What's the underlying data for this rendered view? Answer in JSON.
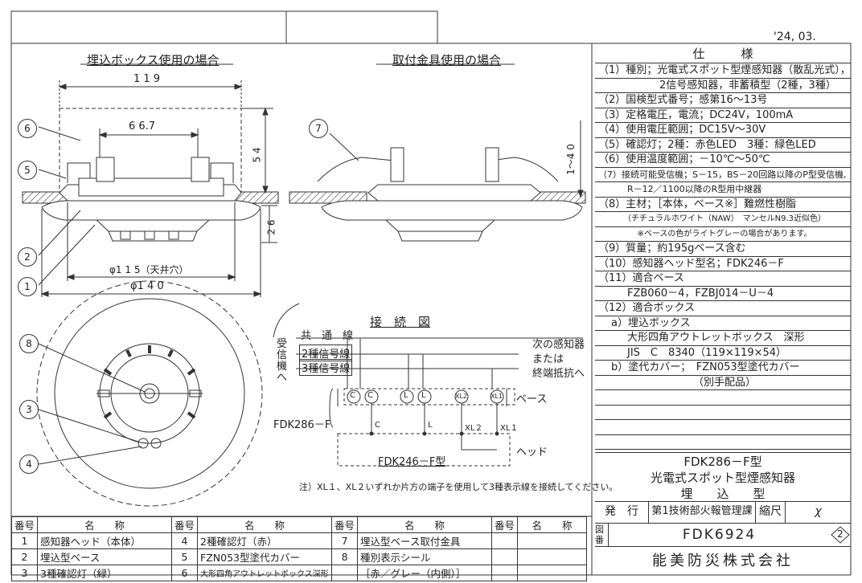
{
  "date": "'24, 03.",
  "left_title": "埋込ボックス使用の場合",
  "right_title": "取付金具使用の場合",
  "dims": {
    "d119": "1 1 9",
    "d667": "6 6.7",
    "d54": "5 4",
    "d26": "2 6",
    "d140": "φ1 4 0",
    "d115": "φ1 1 5（天井穴）",
    "d140b": "1～4 0"
  },
  "callouts": [
    "1",
    "2",
    "3",
    "4",
    "5",
    "6",
    "7",
    "8"
  ],
  "spec_title": "仕　　　様",
  "spec_lines": [
    "（1）種別；光電式スポット型煙感知器（散乱光式），",
    "2信号感知器，非蓄積型（2種，3種）",
    "（2）国検型式番号；感第16～13号",
    "（3）定格電圧，電流；DC24V，100mA",
    "（4）使用電圧範囲；DC15V～30V",
    "（5）確認灯；2種：赤色LED　3種：緑色LED",
    "（6）使用温度範囲；－10℃～50℃",
    "（7）接続可能受信機；S－15，BS－20回路以降のP型受信機,",
    "R－12／1100以降のR型用中継器",
    "（8）主材；［本体，ベース※］難燃性樹脂",
    "（チチュラルホワイト（NAW）　マンセルN9.3近似色）",
    "※ベースの色がライトグレーの場合があります。",
    "（9）質量；約195gベース含む",
    "（10）感知器ヘッド型名；FDK246－F",
    "（11）適合ベース",
    "FZB060－4，FZBJ014－U－4",
    "（12）適合ボックス",
    "a）埋込ボックス",
    "大形四角アウトレットボックス　深形",
    "JIS　C　8340（119×119×54）",
    "b）塗代カバー；　FZN053型塗代カバー",
    "（別手配品）"
  ],
  "model_title": "FDK286－F型",
  "model_name": "光電式スポット型煙感知器",
  "model_type": "埋　　込　　型",
  "issue_label": "発　行",
  "issue_dept": "第1技術部火報管理課",
  "scale_label": "縮尺",
  "scale_value": "χ",
  "drawing_label": "図番",
  "drawing_no": "FDK6924",
  "revision": "2",
  "company": "能美防災株式会社",
  "wiring": {
    "title": "接　続　図",
    "receiver": "受信機へ",
    "common": "共　通　線",
    "sig2": "2種信号線",
    "sig3": "3種信号線",
    "next1": "次の感知器",
    "next2": "または",
    "next3": "終端抵抗へ",
    "base": "ベース",
    "head": "ヘッド",
    "model": "FDK286－F",
    "head_model": "FDK246－F型",
    "terms": [
      "C",
      "C",
      "L",
      "L",
      "XL2",
      "XL1"
    ],
    "lower_terms": [
      "C",
      "L",
      "XL２",
      "XL１"
    ],
    "note": "注）XL１、XL２いずれか片方の端子を使用して3種表示線を接続してください。"
  },
  "parts_header": [
    "番号",
    "名　　称",
    "番号",
    "名　　称",
    "番号",
    "名　　称",
    "番号",
    "名　　称"
  ],
  "parts": [
    [
      "1",
      "感知器ヘッド（本体）",
      "4",
      "2種確認灯（赤）",
      "7",
      "埋込型ベース取付金具",
      "",
      ""
    ],
    [
      "2",
      "埋込型ベース",
      "5",
      "FZN053型塗代カバー",
      "8",
      "種別表示シール",
      "",
      ""
    ],
    [
      "3",
      "3種確認灯（緑）",
      "6",
      "大形四角アウトレットボックス深形",
      "",
      "［赤／グレー（内側）］",
      "",
      ""
    ]
  ]
}
